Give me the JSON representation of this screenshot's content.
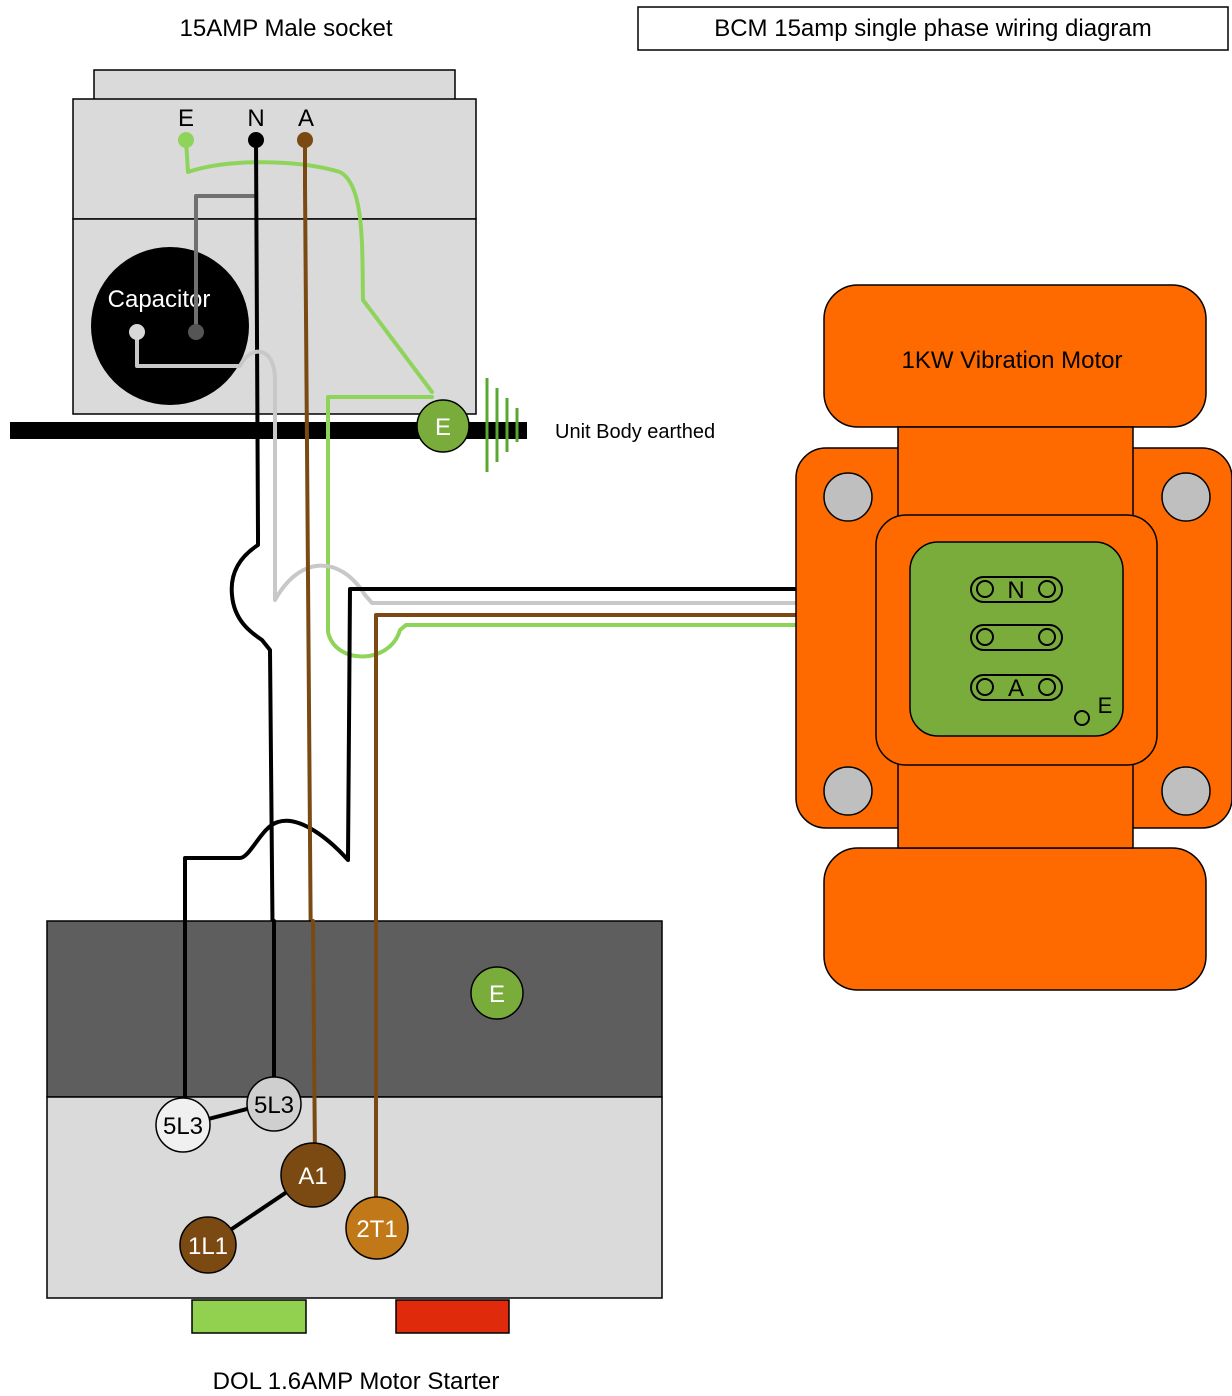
{
  "title": "BCM 15amp single phase wiring diagram",
  "socket": {
    "title": "15AMP Male socket",
    "terminals": [
      "E",
      "N",
      "A"
    ],
    "capacitor_label": "Capacitor"
  },
  "earth": {
    "terminal_label": "E",
    "caption": "Unit Body earthed"
  },
  "motor": {
    "title": "1KW Vibration Motor",
    "terminals": {
      "n": "N",
      "a": "A",
      "e": "E"
    }
  },
  "starter": {
    "title": "DOL 1.6AMP Motor Starter",
    "earth_label": "E",
    "terminals": [
      "5L3",
      "5L3",
      "A1",
      "1L1",
      "2T1"
    ]
  },
  "colors": {
    "earth_wire": "#8fd45a",
    "neutral_wire": "#000000",
    "active_wire": "#7a4a12",
    "capacitor_wire": "#c8c8c8",
    "motor_body": "#ff6a00",
    "terminal_box": "#7aac3c",
    "start_button": "#92d050",
    "stop_button": "#e02a0c"
  }
}
